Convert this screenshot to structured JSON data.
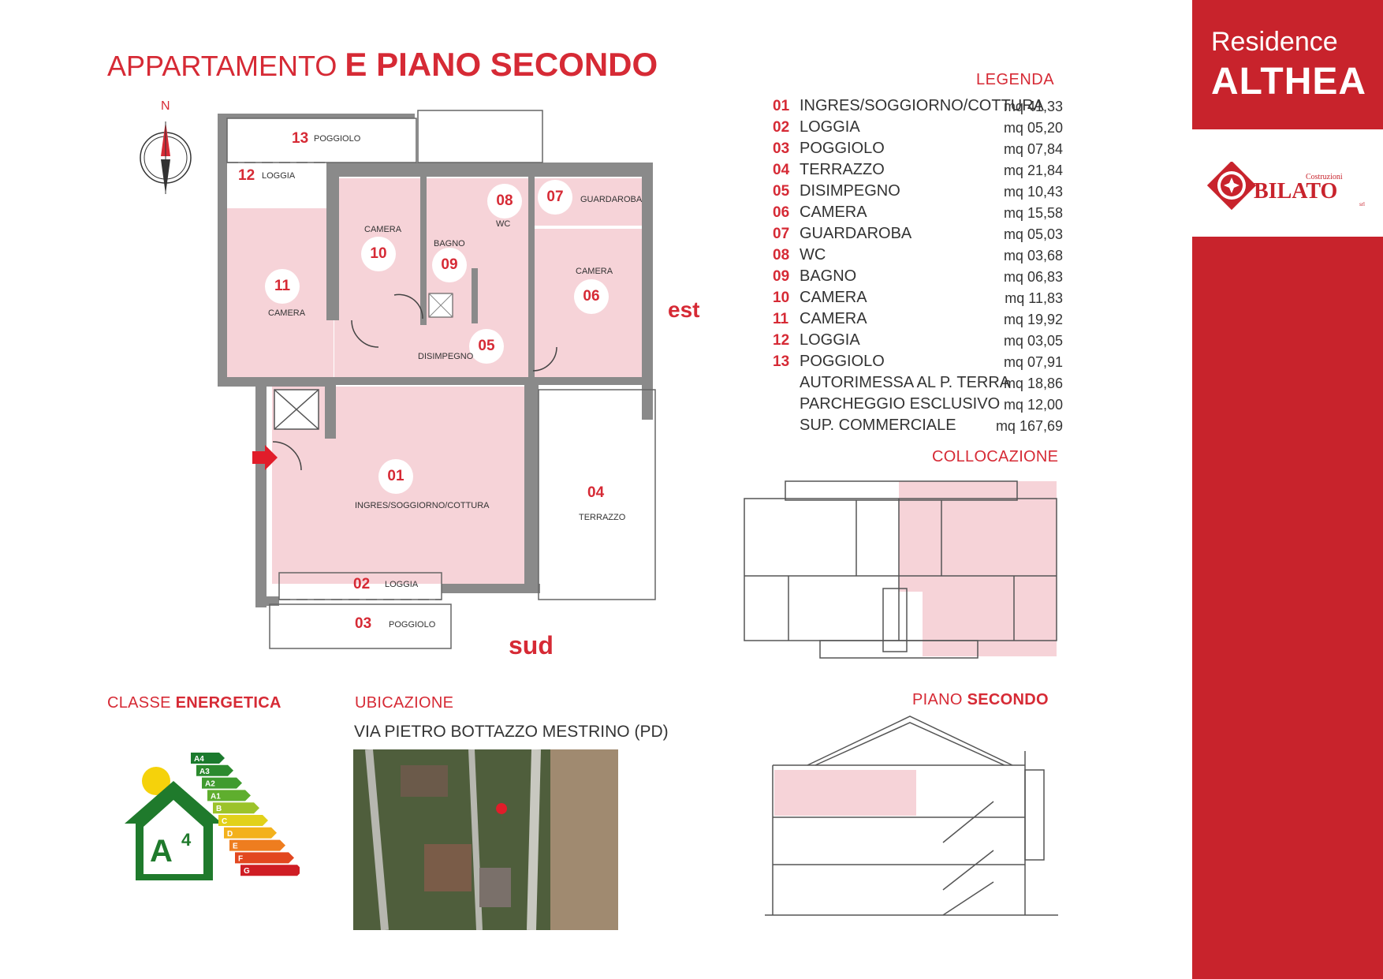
{
  "title": {
    "prefix": "APPARTAMENTO",
    "strong": "E PIANO SECONDO"
  },
  "brand": {
    "line1": "Residence",
    "line2": "ALTHEA",
    "builder_small": "Costruzioni",
    "builder_name": "BILATO",
    "builder_suffix": "srl"
  },
  "legend": {
    "title": "LEGENDA",
    "rows": [
      {
        "num": "01",
        "label": "INGRES/SOGGIORNO/COTTURA",
        "value": "mq 41,33"
      },
      {
        "num": "02",
        "label": "LOGGIA",
        "value": "mq 05,20"
      },
      {
        "num": "03",
        "label": "POGGIOLO",
        "value": "mq 07,84"
      },
      {
        "num": "04",
        "label": "TERRAZZO",
        "value": "mq 21,84"
      },
      {
        "num": "05",
        "label": "DISIMPEGNO",
        "value": "mq 10,43"
      },
      {
        "num": "06",
        "label": "CAMERA",
        "value": "mq 15,58"
      },
      {
        "num": "07",
        "label": "GUARDAROBA",
        "value": "mq 05,03"
      },
      {
        "num": "08",
        "label": "WC",
        "value": "mq 03,68"
      },
      {
        "num": "09",
        "label": "BAGNO",
        "value": "mq 06,83"
      },
      {
        "num": "10",
        "label": "CAMERA",
        "value": "mq 11,83"
      },
      {
        "num": "11",
        "label": "CAMERA",
        "value": "mq 19,92"
      },
      {
        "num": "12",
        "label": "LOGGIA",
        "value": "mq 03,05"
      },
      {
        "num": "13",
        "label": "POGGIOLO",
        "value": "mq 07,91"
      },
      {
        "num": "",
        "label": "AUTORIMESSA AL P. TERRA",
        "value": "mq 18,86"
      },
      {
        "num": "",
        "label": "PARCHEGGIO ESCLUSIVO",
        "value": "mq  12,00"
      },
      {
        "num": "",
        "label": "SUP. COMMERCIALE",
        "value": "mq 167,69"
      }
    ]
  },
  "orientation": {
    "north": "N",
    "east": "est",
    "south": "sud"
  },
  "rooms": {
    "r01": {
      "num": "01",
      "name": "INGRES/SOGGIORNO/COTTURA"
    },
    "r02": {
      "num": "02",
      "name": "LOGGIA"
    },
    "r03": {
      "num": "03",
      "name": "POGGIOLO"
    },
    "r04": {
      "num": "04",
      "name": "TERRAZZO"
    },
    "r05": {
      "num": "05",
      "name": "DISIMPEGNO"
    },
    "r06": {
      "num": "06",
      "name": "CAMERA"
    },
    "r07": {
      "num": "07",
      "name": "GUARDAROBA"
    },
    "r08": {
      "num": "08",
      "name": "WC"
    },
    "r09": {
      "num": "09",
      "name": "BAGNO"
    },
    "r10": {
      "num": "10",
      "name": "CAMERA"
    },
    "r11": {
      "num": "11",
      "name": "CAMERA"
    },
    "r12": {
      "num": "12",
      "name": "LOGGIA"
    },
    "r13": {
      "num": "13",
      "name": "POGGIOLO"
    }
  },
  "sections": {
    "collocazione": "COLLOCAZIONE",
    "piano_prefix": "PIANO",
    "piano_strong": "SECONDO",
    "classe_prefix": "CLASSE",
    "classe_strong": "ENERGETICA",
    "ubicazione": "UBICAZIONE",
    "address": "VIA PIETRO BOTTAZZO   MESTRINO (PD)"
  },
  "energy": {
    "class": "A",
    "sub": "4",
    "scale": [
      "A4",
      "A3",
      "A2",
      "A1",
      "B",
      "C",
      "D",
      "E",
      "F",
      "G"
    ]
  },
  "colors": {
    "accent": "#c8232c",
    "room_fill": "#f6d3d8",
    "wall": "#7f7f7f"
  }
}
